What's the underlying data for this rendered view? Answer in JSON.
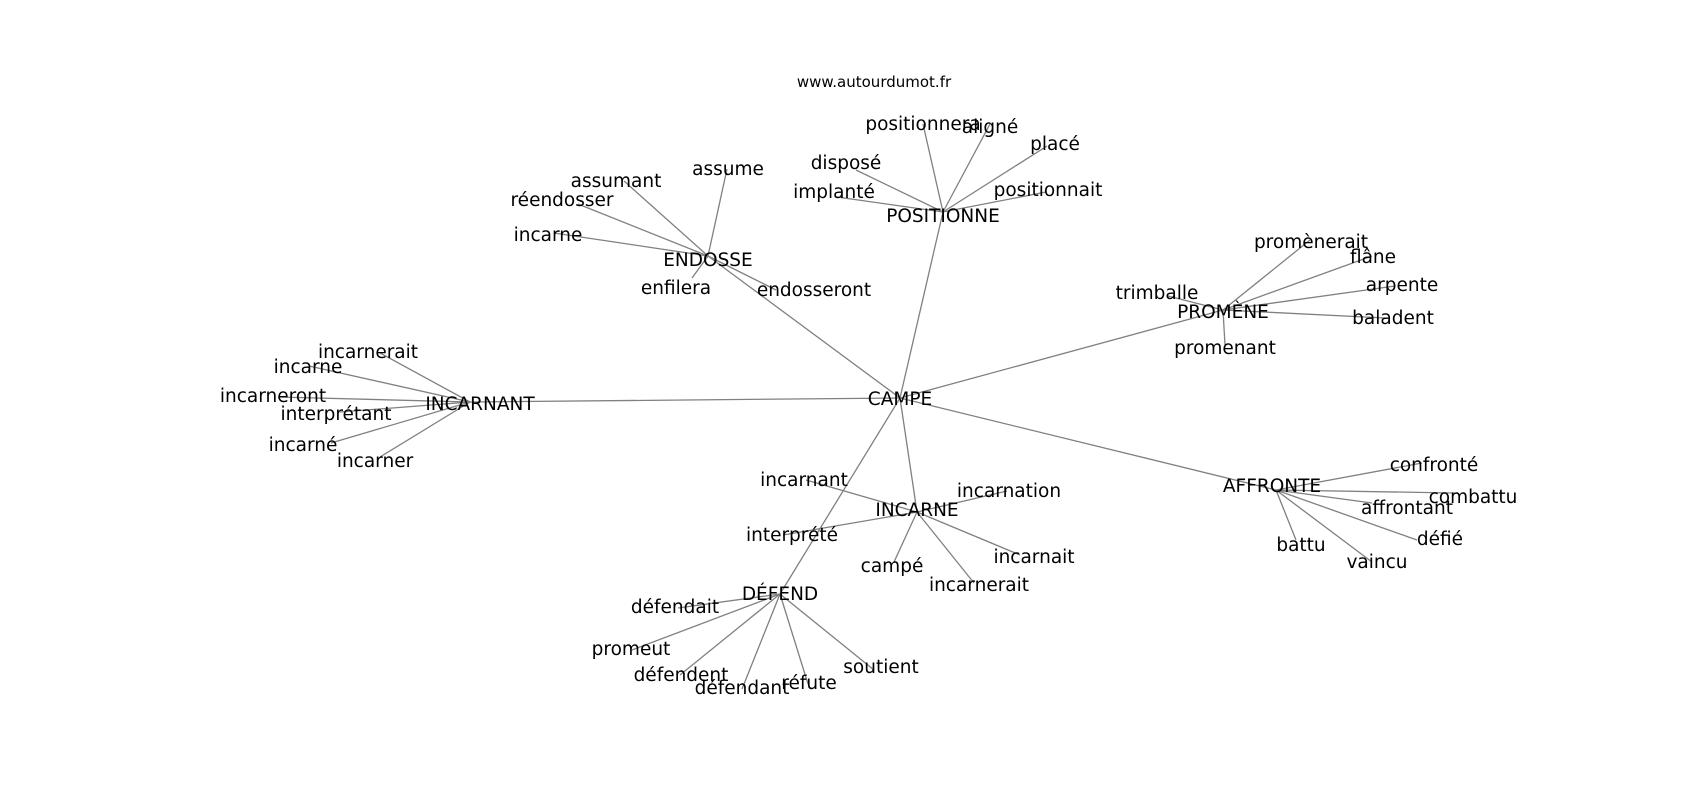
{
  "source": "www.autourdumot.fr",
  "colors": {
    "edge": "#808080",
    "text": "#000000",
    "background": "#ffffff"
  },
  "graph": {
    "center": "CAMPE",
    "clusters": [
      {
        "hub": "POSITIONNE",
        "words": [
          "positionnera",
          "aligné",
          "placé",
          "disposé",
          "implanté",
          "positionnait"
        ]
      },
      {
        "hub": "ENDOSSE",
        "words": [
          "assumant",
          "assume",
          "réendosser",
          "incarne",
          "enfilera",
          "endosseront"
        ]
      },
      {
        "hub": "PROMÈNE",
        "words": [
          "promènerait",
          "flâne",
          "arpente",
          "trimballe",
          "baladent",
          "promenant"
        ]
      },
      {
        "hub": "INCARNANT",
        "words": [
          "incarnerait",
          "incarne",
          "incarneront",
          "interprétant",
          "incarné",
          "incarner"
        ]
      },
      {
        "hub": "AFFRONTE",
        "words": [
          "confronté",
          "combattu",
          "affrontant",
          "défié",
          "battu",
          "vaincu"
        ]
      },
      {
        "hub": "INCARNE",
        "words": [
          "incarnant",
          "incarnation",
          "interprété",
          "campé",
          "incarnait",
          "incarnerait"
        ]
      },
      {
        "hub": "DÉFEND",
        "words": [
          "défendait",
          "promeut",
          "défendent",
          "défendant",
          "réfute",
          "soutient"
        ]
      }
    ]
  }
}
